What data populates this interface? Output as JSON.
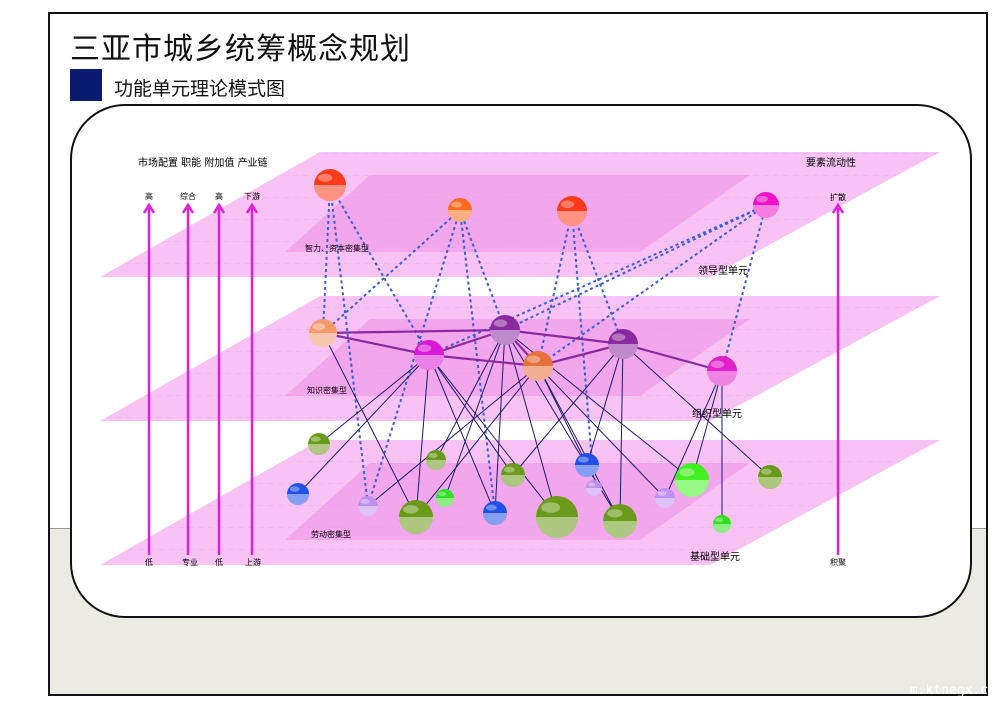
{
  "header": {
    "title": "三亚市城乡统筹概念规划",
    "subtitle": "功能单元理论模式图"
  },
  "axes": {
    "header_left": "市场配置 职能  附加值  产业链",
    "header_right": "要素流动性",
    "left": [
      {
        "top": "高",
        "bottom": "低"
      },
      {
        "top": "综合",
        "bottom": "专业"
      },
      {
        "top": "高",
        "bottom": "低"
      },
      {
        "top": "下游",
        "bottom": "上游"
      }
    ],
    "right": {
      "top": "扩散",
      "bottom": "积聚"
    }
  },
  "layers": [
    {
      "name": "领导型单元",
      "type": "智力、资本密集型"
    },
    {
      "name": "组织型单元",
      "type": "知识密集型"
    },
    {
      "name": "基础型单元",
      "type": "劳动密集型"
    }
  ],
  "colors": {
    "plane": "#f7b8f2",
    "plane_inner": "#ec8ee6",
    "arrow": "#e020d8",
    "dashed": "#3a5fd0",
    "solid": "#8a2aa0",
    "thin": "#1c1c6a",
    "accent": "#0a1a6e"
  },
  "watermark": "m.ktnegx.cc"
}
